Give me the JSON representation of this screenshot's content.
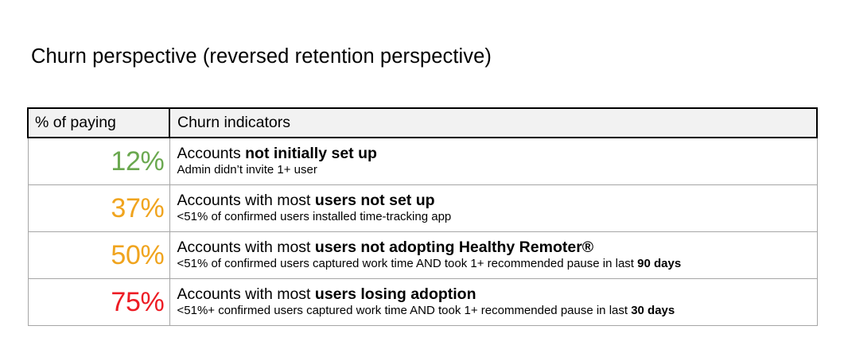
{
  "slide": {
    "title": "Churn perspective (reversed retention perspective)"
  },
  "table": {
    "headers": {
      "percent": "% of paying",
      "indicator": "Churn indicators"
    },
    "rows": [
      {
        "percent": "12%",
        "color": "#6aa84f",
        "title_prefix": "Accounts ",
        "title_bold": "not initially set up",
        "title_suffix": "",
        "subtitle_prefix": "Admin didn’t invite 1+ user",
        "subtitle_bold": "",
        "subtitle_suffix": ""
      },
      {
        "percent": "37%",
        "color": "#f0a41e",
        "title_prefix": "Accounts with most ",
        "title_bold": "users not set up",
        "title_suffix": "",
        "subtitle_prefix": "<51% of confirmed users installed time-tracking app",
        "subtitle_bold": "",
        "subtitle_suffix": ""
      },
      {
        "percent": "50%",
        "color": "#f0a41e",
        "title_prefix": "Accounts with most ",
        "title_bold": "users not adopting Healthy Remoter®",
        "title_suffix": "",
        "subtitle_prefix": "<51% of confirmed users captured work time AND took 1+ recommended pause in last ",
        "subtitle_bold": "90 days",
        "subtitle_suffix": ""
      },
      {
        "percent": "75%",
        "color": "#ed1c24",
        "title_prefix": "Accounts with most ",
        "title_bold": "users losing adoption",
        "title_suffix": "",
        "subtitle_prefix": "<51%+ confirmed users captured work time AND took 1+ recommended pause in last ",
        "subtitle_bold": "30 days",
        "subtitle_suffix": ""
      }
    ]
  },
  "chart_data": {
    "type": "table",
    "title": "Churn perspective (reversed retention perspective)",
    "columns": [
      "% of paying",
      "Churn indicators"
    ],
    "categories": [
      "Accounts not initially set up",
      "Accounts with most users not set up",
      "Accounts with most users not adopting Healthy Remoter®",
      "Accounts with most users losing adoption"
    ],
    "values": [
      12,
      37,
      50,
      75
    ],
    "value_unit": "% of paying",
    "value_colors": [
      "#6aa84f",
      "#f0a41e",
      "#f0a41e",
      "#ed1c24"
    ],
    "definitions": [
      "Admin didn’t invite 1+ user",
      "<51% of confirmed users installed time-tracking app",
      "<51% of confirmed users captured work time AND took 1+ recommended pause in last 90 days",
      "<51%+ confirmed users captured work time AND took 1+ recommended pause in last 30 days"
    ],
    "xlabel": "",
    "ylabel": "",
    "grid": true,
    "legend": "none"
  }
}
